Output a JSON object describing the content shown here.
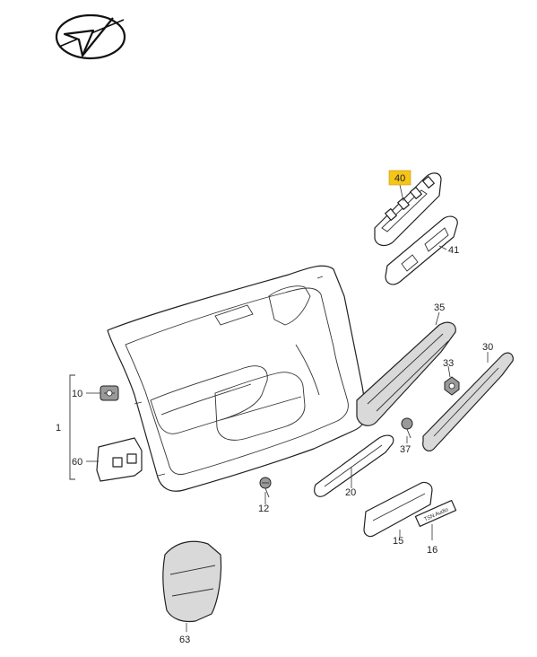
{
  "colors": {
    "background": "#ffffff",
    "line": "#222222",
    "highlight": "#f5c518"
  },
  "icons": {
    "logo": "navigation-checkmark-logo"
  },
  "callouts": {
    "p1": "1",
    "p10": "10",
    "p12": "12",
    "p15": "15",
    "p16": "16",
    "p20": "20",
    "p30": "30",
    "p33": "33",
    "p35": "35",
    "p37": "37",
    "p40": "40",
    "p41": "41",
    "p60": "60",
    "p63": "63"
  },
  "highlighted_callout": "40",
  "badge_text": "TSN Audio"
}
